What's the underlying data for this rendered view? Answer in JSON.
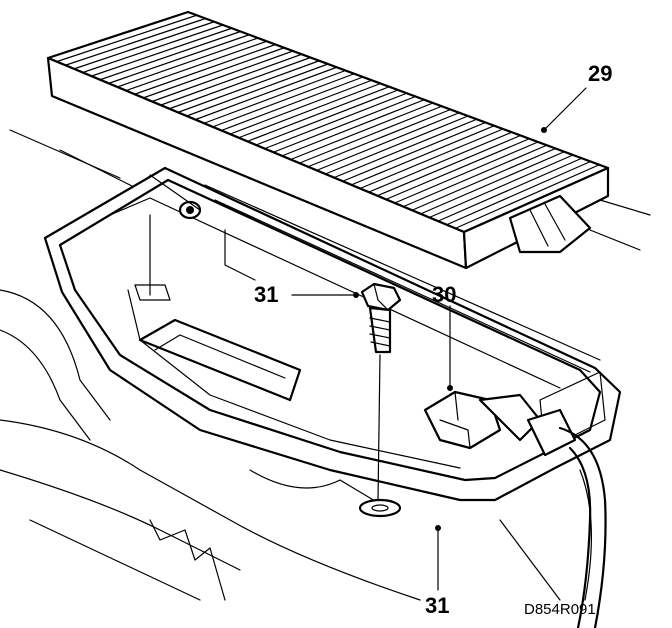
{
  "diagram": {
    "callouts": {
      "filter": "29",
      "connector": "30",
      "screw_top": "31",
      "screw_bottom": "31"
    },
    "drawing_code": "D854R091"
  }
}
